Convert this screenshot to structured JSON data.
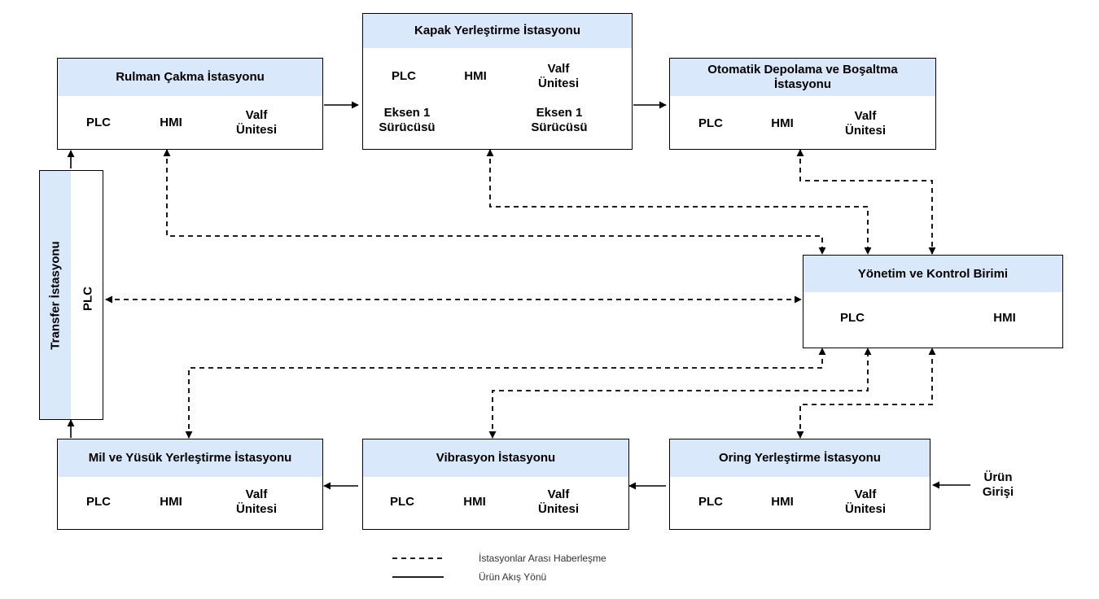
{
  "stations": {
    "rulman": {
      "title": "Rulman Çakma İstasyonu",
      "plc": "PLC",
      "hmi": "HMI",
      "valf": "Valf\nÜnitesi"
    },
    "kapak": {
      "title": "Kapak Yerleştirme İstasyonu",
      "plc": "PLC",
      "hmi": "HMI",
      "valf": "Valf\nÜnitesi",
      "eksen_left": "Eksen 1\nSürücüsü",
      "eksen_right": "Eksen 1\nSürücüsü"
    },
    "otomatik": {
      "title": "Otomatik Depolama ve Boşaltma\nİstasyonu",
      "plc": "PLC",
      "hmi": "HMI",
      "valf": "Valf\nÜnitesi"
    },
    "transfer": {
      "title": "Transfer İstasyonu",
      "plc": "PLC"
    },
    "yonetim": {
      "title": "Yönetim ve Kontrol Birimi",
      "plc": "PLC",
      "hmi": "HMI"
    },
    "mil": {
      "title": "Mil ve Yüsük Yerleştirme İstasyonu",
      "plc": "PLC",
      "hmi": "HMI",
      "valf": "Valf\nÜnitesi"
    },
    "vibrasyon": {
      "title": "Vibrasyon İstasyonu",
      "plc": "PLC",
      "hmi": "HMI",
      "valf": "Valf\nÜnitesi"
    },
    "oring": {
      "title": "Oring Yerleştirme İstasyonu",
      "plc": "PLC",
      "hmi": "HMI",
      "valf": "Valf\nÜnitesi"
    }
  },
  "product_input": "Ürün\nGirişi",
  "legend": {
    "dashed": "İstasyonlar Arası Haberleşme",
    "solid": "Ürün Akış Yönü"
  },
  "colors": {
    "header_fill": "#dae8fc",
    "line": "#000000"
  }
}
